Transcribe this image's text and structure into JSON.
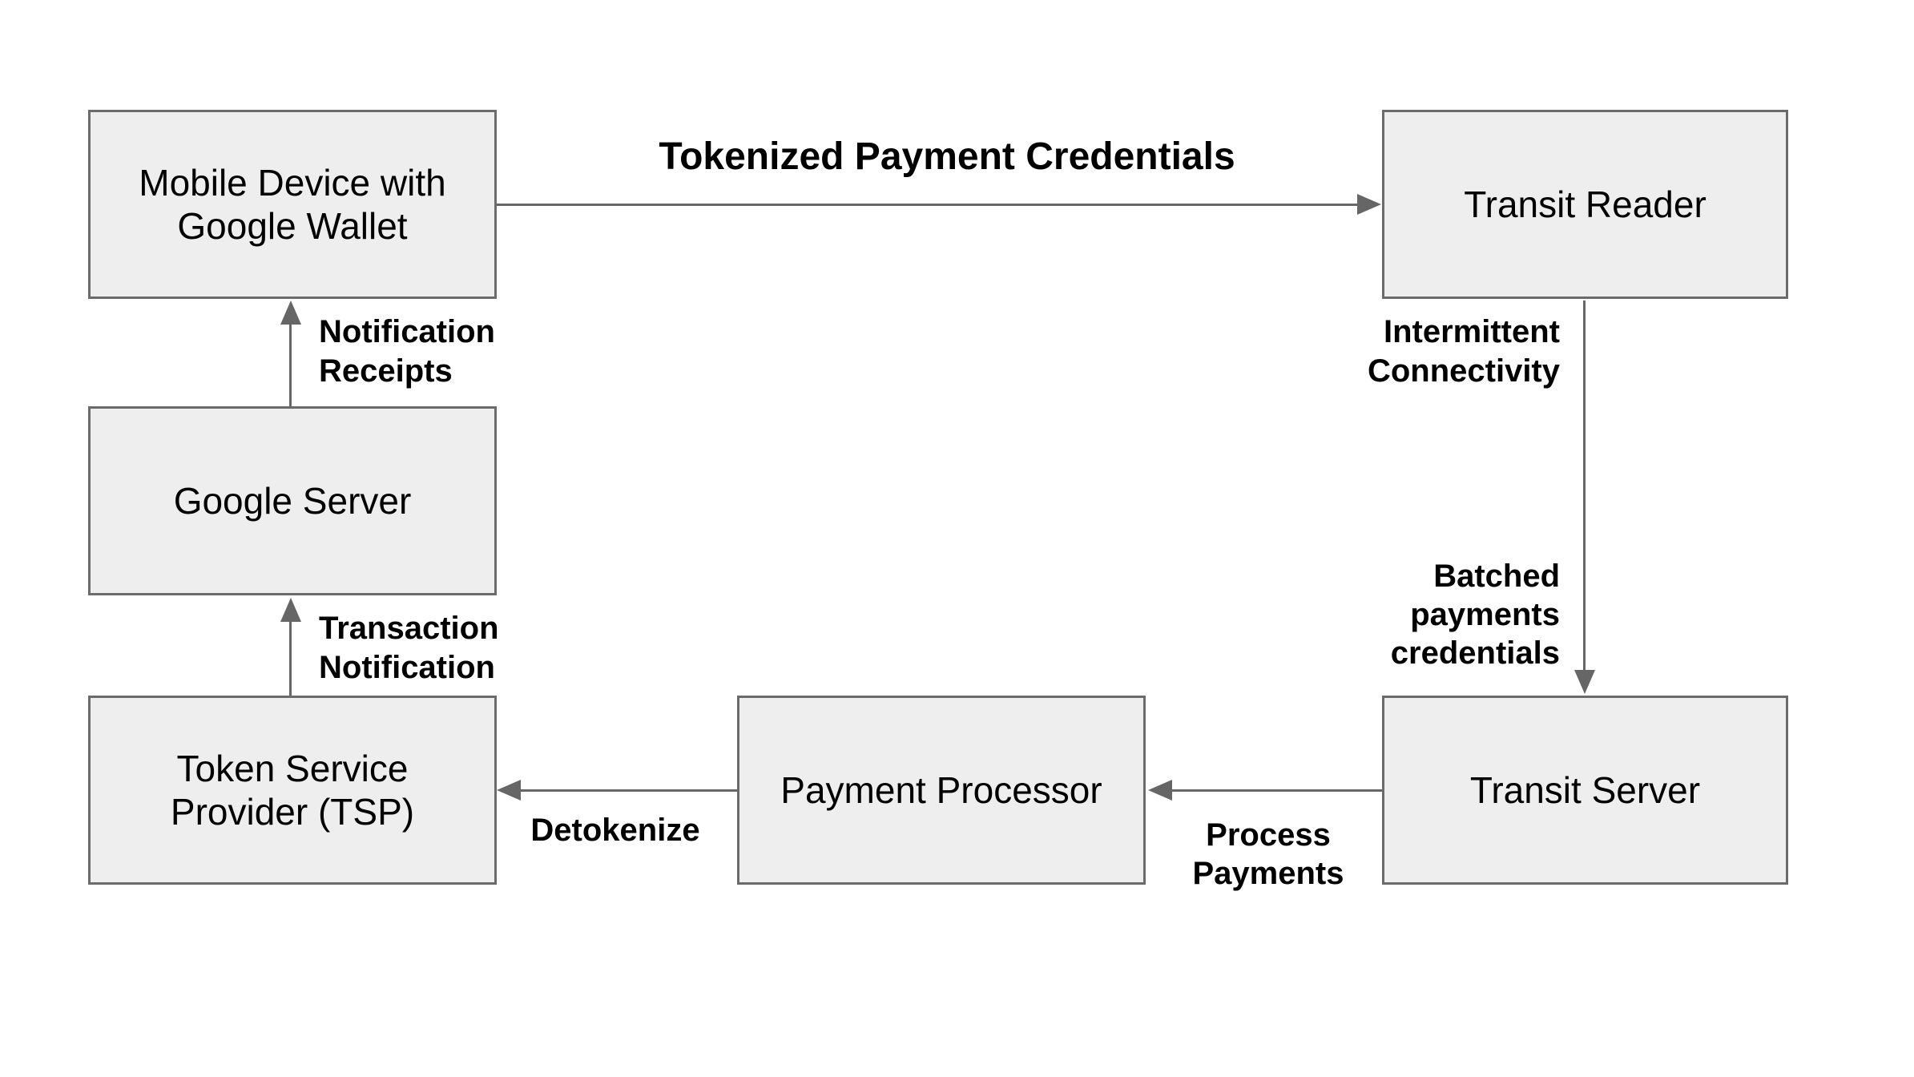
{
  "diagram": {
    "background_color": "#ffffff",
    "box_fill_color": "#eeeeee",
    "box_border_color": "#6b6b6b",
    "arrow_color": "#666666",
    "text_color": "#000000"
  },
  "nodes": {
    "mobile_device": {
      "label": "Mobile Device with\nGoogle Wallet"
    },
    "transit_reader": {
      "label": "Transit Reader"
    },
    "google_server": {
      "label": "Google Server"
    },
    "tsp": {
      "label": "Token Service\nProvider (TSP)"
    },
    "payment_processor": {
      "label": "Payment Processor"
    },
    "transit_server": {
      "label": "Transit Server"
    }
  },
  "edges": {
    "tokenized": {
      "from": "mobile_device",
      "to": "transit_reader",
      "label": "Tokenized Payment Credentials"
    },
    "notification_receipts": {
      "from": "google_server",
      "to": "mobile_device",
      "label": "Notification\nReceipts"
    },
    "transaction_notification": {
      "from": "tsp",
      "to": "google_server",
      "label": "Transaction\nNotification"
    },
    "intermittent_connectivity": {
      "from": "transit_reader",
      "to": "transit_server",
      "label": "Intermittent\nConnectivity"
    },
    "batched_payments": {
      "from": "transit_reader",
      "to": "transit_server",
      "label": "Batched\npayments\ncredentials"
    },
    "process_payments": {
      "from": "transit_server",
      "to": "payment_processor",
      "label": "Process\nPayments"
    },
    "detokenize": {
      "from": "payment_processor",
      "to": "tsp",
      "label": "Detokenize"
    }
  }
}
